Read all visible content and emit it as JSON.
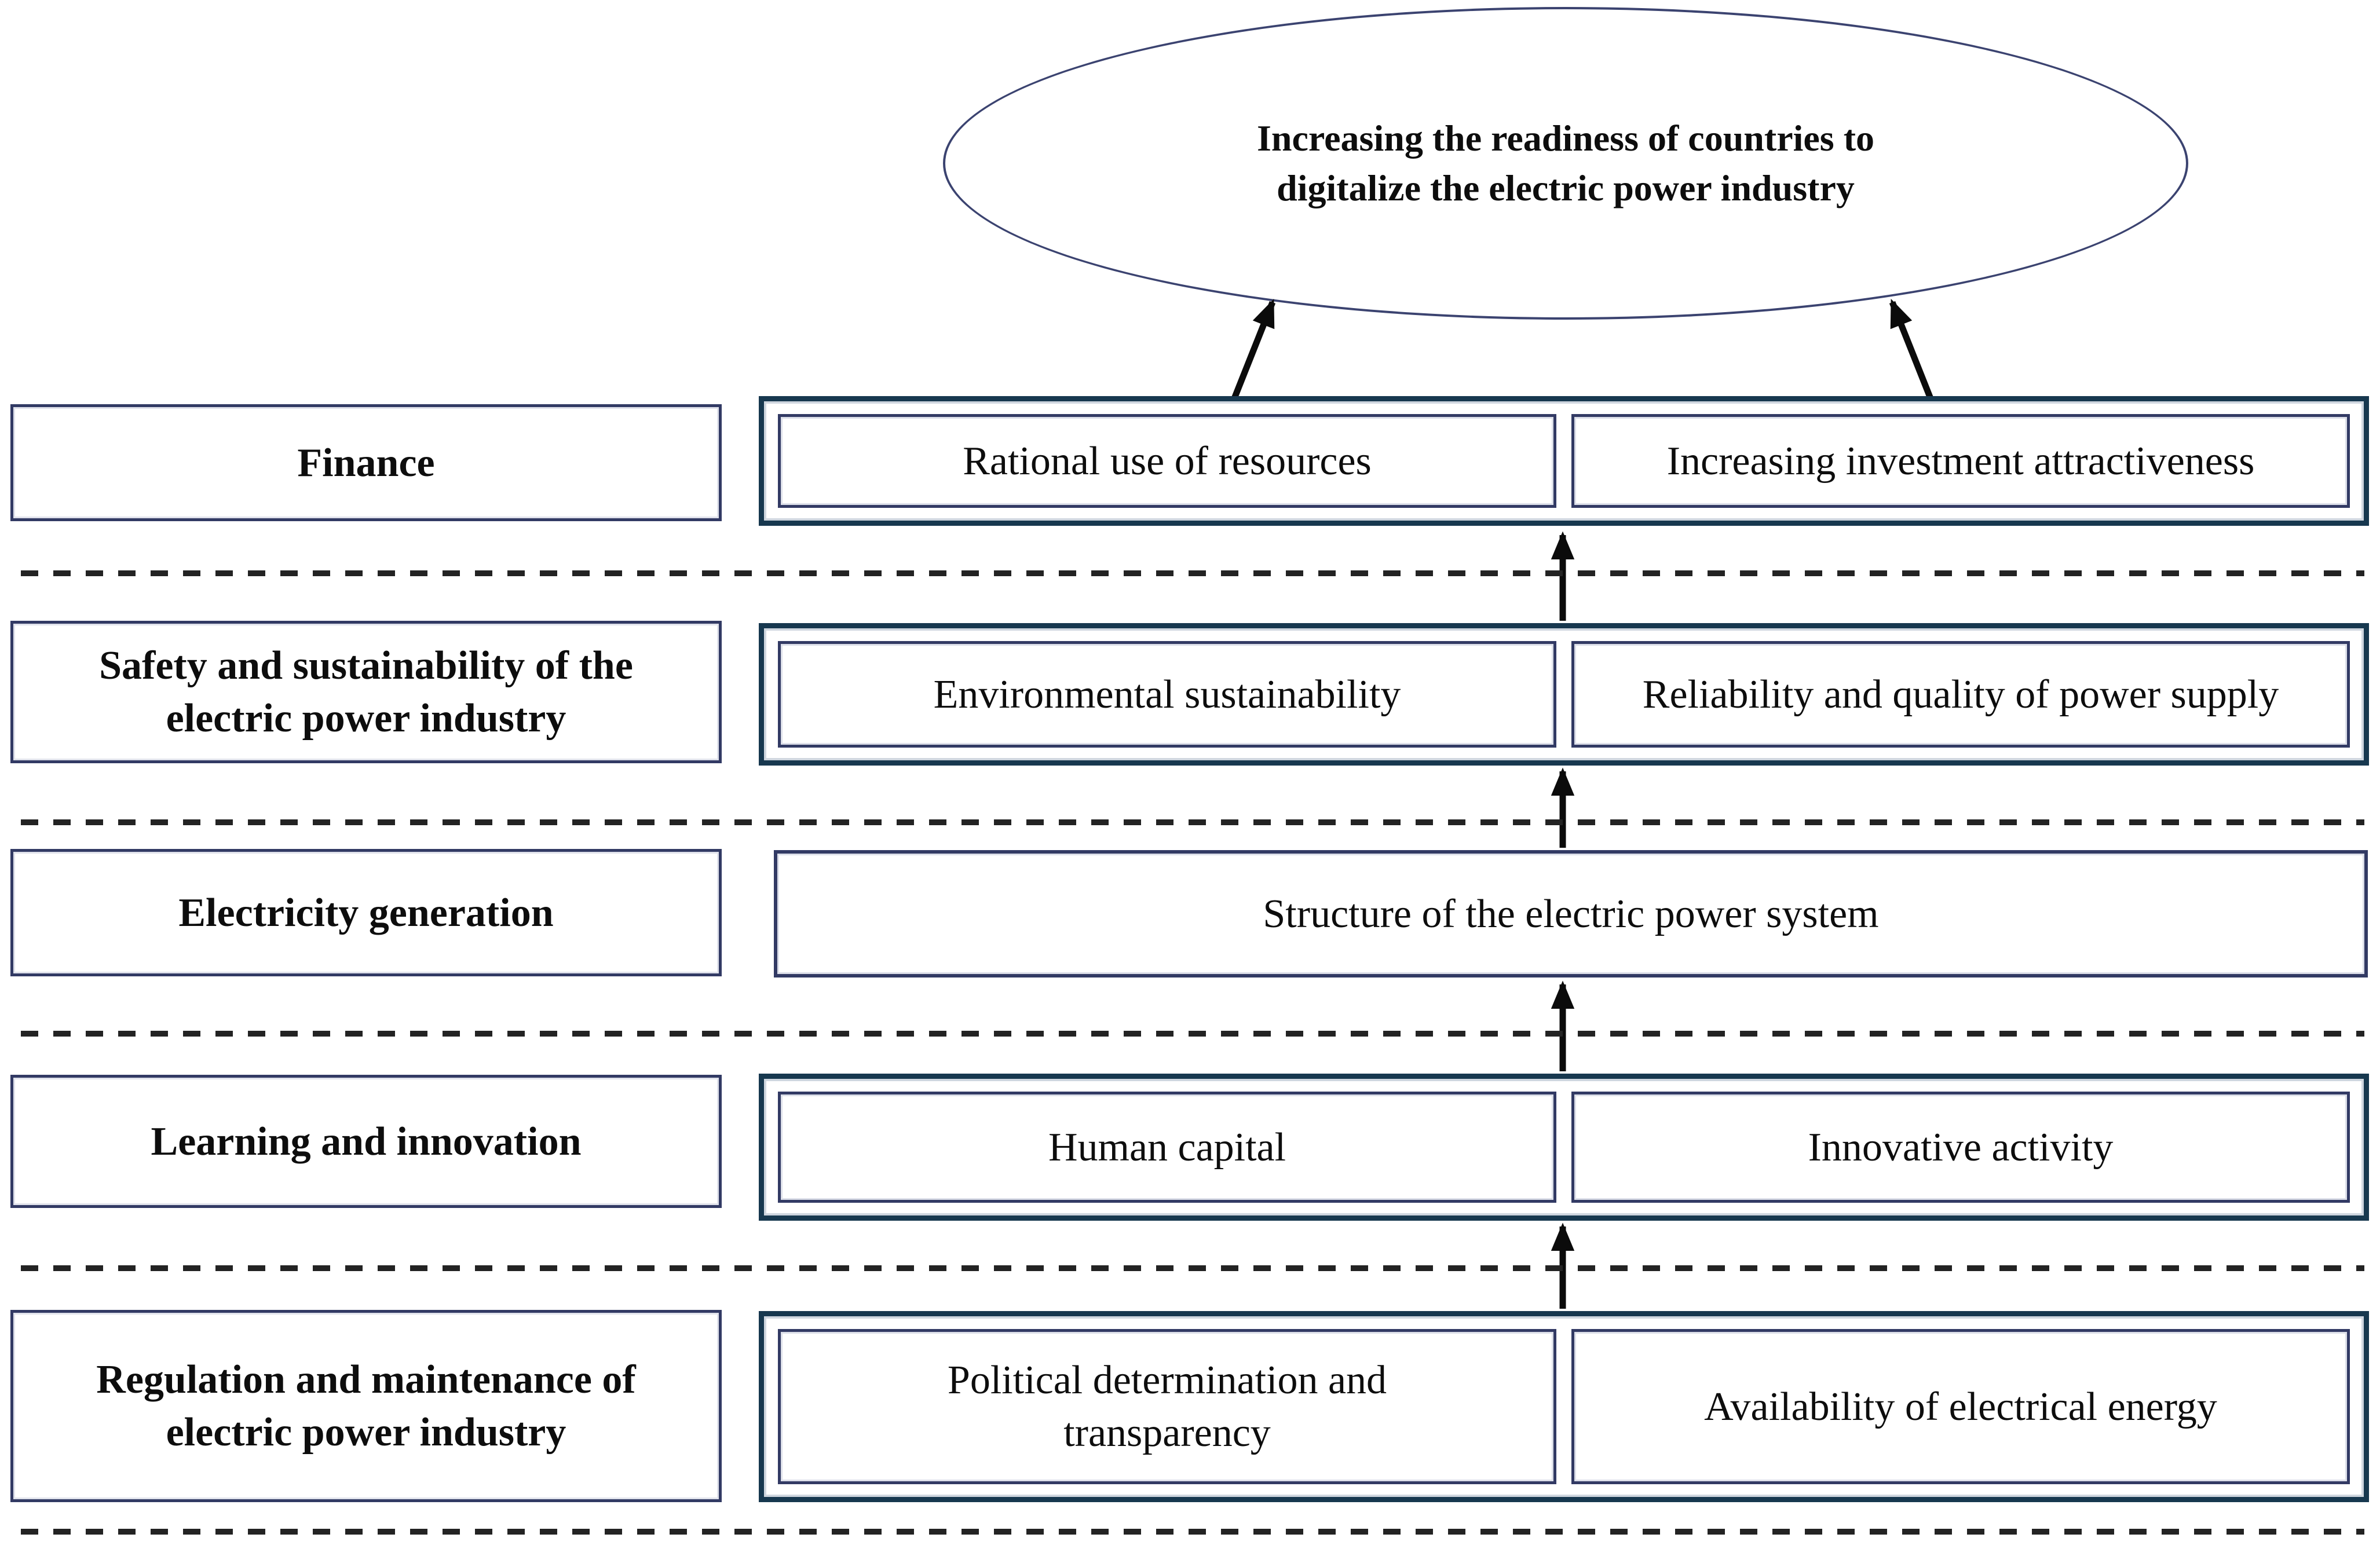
{
  "goal": {
    "text": "Increasing the readiness of countries to\ndigitalize the electric power industry"
  },
  "rows": [
    {
      "label": "Finance",
      "factors": [
        "Rational use of resources",
        "Increasing investment attractiveness"
      ]
    },
    {
      "label": "Safety and sustainability of the\nelectric power industry",
      "factors": [
        "Environmental sustainability",
        "Reliability and quality of power supply"
      ]
    },
    {
      "label": "Electricity generation",
      "factors": [
        "Structure of the electric power system"
      ]
    },
    {
      "label": "Learning and innovation",
      "factors": [
        "Human capital",
        "Innovative activity"
      ]
    },
    {
      "label": "Regulation and maintenance of\nelectric power industry",
      "factors": [
        "Political determination and\ntransparency",
        "Availability of electrical energy"
      ]
    }
  ],
  "colors": {
    "inner_box_border": "#323a64",
    "group_container_border": "#17384f",
    "ellipse_border": "#3b4370",
    "dashed_line": "#232323",
    "arrow": "#0b0b0b",
    "text": "#0d0d0d",
    "background": "#ffffff"
  }
}
